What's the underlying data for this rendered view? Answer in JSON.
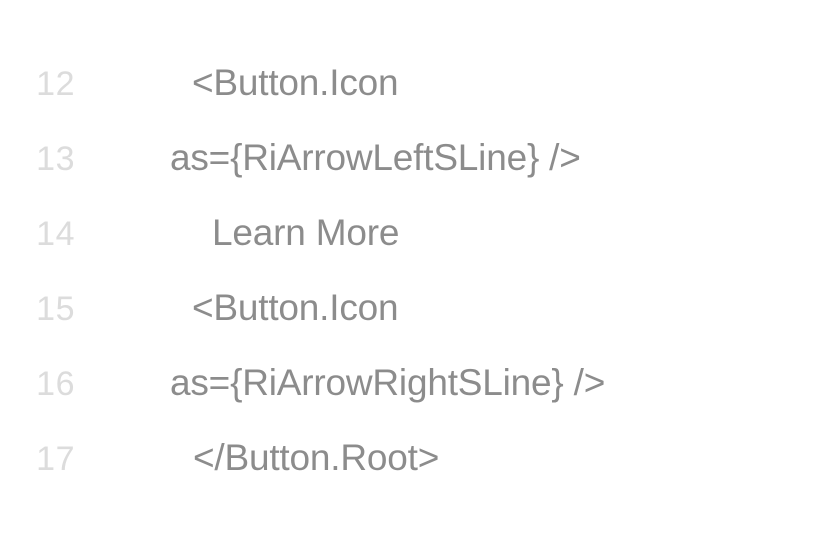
{
  "editor": {
    "type": "code-snippet-viewer",
    "language": "jsx",
    "background_color": "#ffffff",
    "text_color": "#8c8c8c",
    "line_number_color": "#dcdcdc",
    "lines": [
      {
        "number": "12",
        "text": "<Button.Icon",
        "indent": "indent-3"
      },
      {
        "number": "13",
        "text": "as={RiArrowLeftSLine} />",
        "indent": "indent-1"
      },
      {
        "number": "14",
        "text": "Learn More",
        "indent": "indent-4"
      },
      {
        "number": "15",
        "text": "<Button.Icon",
        "indent": "indent-3"
      },
      {
        "number": "16",
        "text": "as={RiArrowRightSLine} />",
        "indent": "indent-1"
      },
      {
        "number": "17",
        "text": "</Button.Root>",
        "indent": "indent-2"
      }
    ]
  }
}
